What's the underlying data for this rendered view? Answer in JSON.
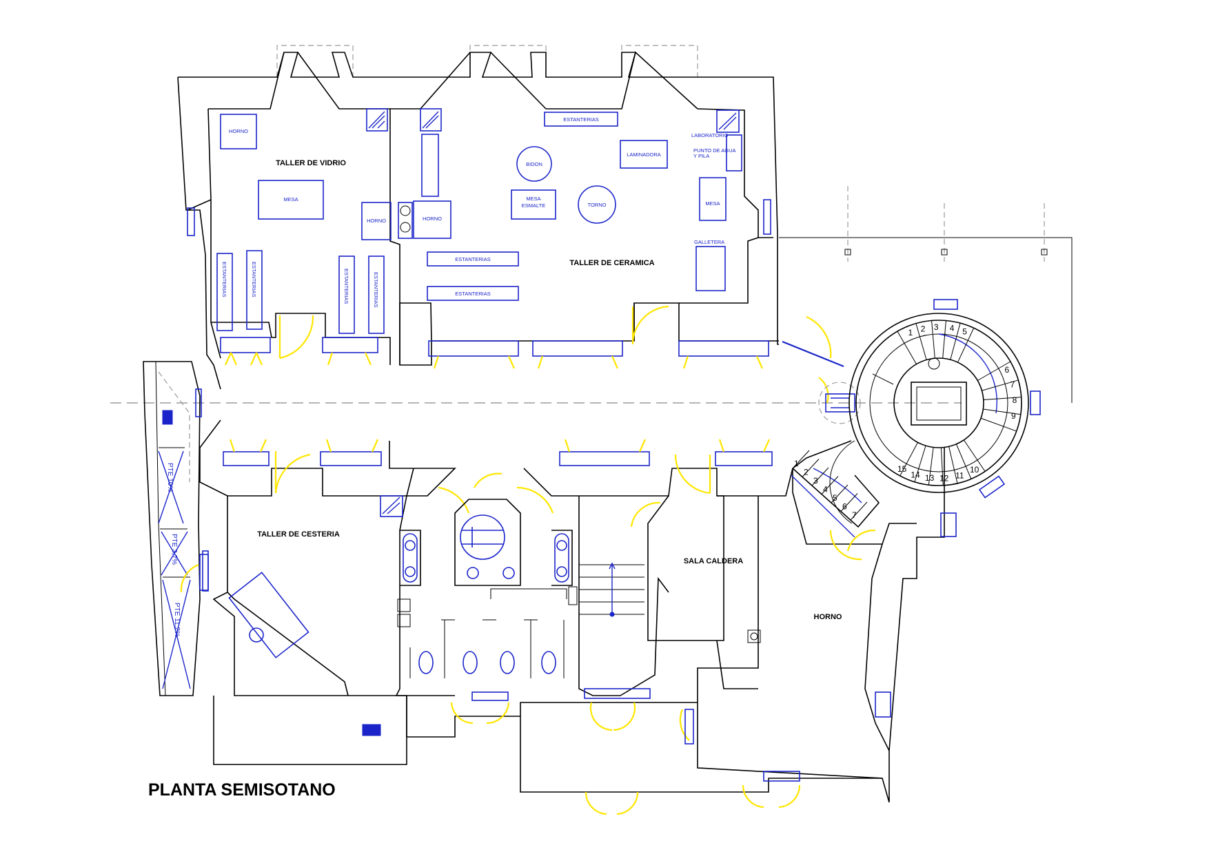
{
  "plan_title": "PLANTA SEMISOTANO",
  "rooms": {
    "taller_vidrio": "TALLER DE VIDRIO",
    "taller_ceramica": "TALLER DE CERAMICA",
    "taller_cesteria": "TALLER DE CESTERIA",
    "sala_caldera": "SALA CALDERA",
    "horno_room": "HORNO"
  },
  "furniture": {
    "horno": "HORNO",
    "mesa": "MESA",
    "estanterias": "ESTANTERIAS",
    "bidon": "BIDON",
    "laminadora": "LAMINADORA",
    "laboratorio": "LABORATORIO",
    "punto_agua_1": "PUNTO DE AGUA",
    "punto_agua_2": "Y PILA",
    "mesa_esmalte_1": "MESA",
    "mesa_esmalte_2": "ESMALTE",
    "torno": "TORNO",
    "galletera": "GALLETERA"
  },
  "ramps": {
    "r1": "PTE 10%",
    "r2": "PTE 3,7%",
    "r3": "PTE 11,2%"
  },
  "stairs_spiral": [
    "1",
    "2",
    "3",
    "4",
    "5",
    "6",
    "7",
    "8",
    "9",
    "10",
    "11",
    "12",
    "13",
    "14",
    "15"
  ],
  "stairs_straight": [
    "1",
    "2",
    "3",
    "4",
    "5",
    "6",
    "7"
  ],
  "colors": {
    "walls": "#000000",
    "furniture": "#1a24c9",
    "doors": "#ffe600",
    "axis": "#888888"
  }
}
